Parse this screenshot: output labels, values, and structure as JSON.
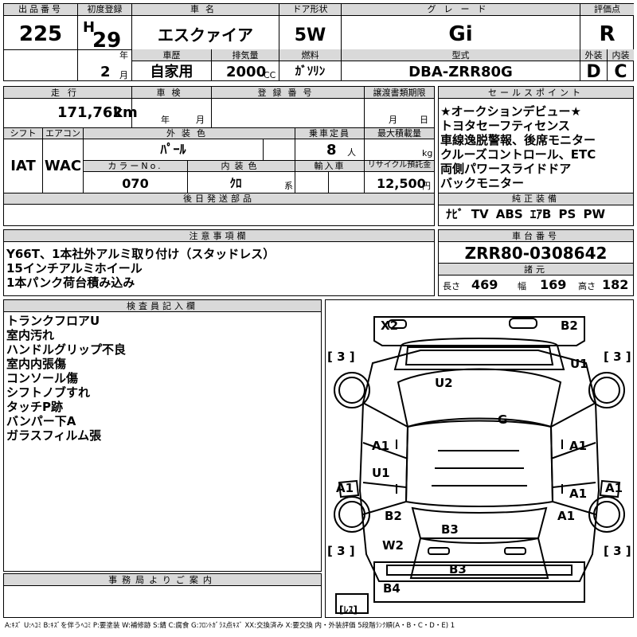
{
  "header": {
    "lot_label": "出品番号",
    "lot_number": "225",
    "first_reg_label": "初度登録",
    "era": "H",
    "year": "29",
    "year_unit": "年",
    "history_label": "車歴",
    "month": "2",
    "month_unit": "月",
    "car_name_label": "車名",
    "car_name": "エスクァイア",
    "usage": "自家用",
    "displacement_label": "排気量",
    "displacement": "2000",
    "displacement_unit": "CC",
    "door_label": "ドア形状",
    "door": "5W",
    "fuel_label": "燃料",
    "fuel": "ｶﾞｿﾘﾝ",
    "grade_label": "グレード",
    "grade": "Gi",
    "model_label": "型式",
    "model": "DBA-ZRR80G",
    "rating_label": "評価点",
    "rating": "R",
    "exterior_label": "外装",
    "exterior": "D",
    "interior_label": "内装",
    "interior": "C"
  },
  "mid": {
    "mileage_label": "走行",
    "mileage": "171,762",
    "mileage_unit": "km",
    "inspection_label": "車検",
    "insp_year_unit": "年",
    "insp_month_unit": "月",
    "reg_no_label": "登録番号",
    "transfer_label": "譲渡書類期限",
    "transfer_month": "月",
    "transfer_day": "日",
    "shift_label": "シフト",
    "shift": "IAT",
    "ac_label": "エアコン",
    "ac": "WAC",
    "ext_color_label": "外装色",
    "ext_color": "ﾊﾟｰﾙ",
    "capacity_label": "乗車定員",
    "capacity": "8",
    "capacity_unit": "人",
    "load_label": "最大積載量",
    "load_unit": "kg",
    "color_no_label": "カラーNo.",
    "color_no": "070",
    "int_color_label": "内装色",
    "int_color": "ｸﾛ",
    "int_color_unit": "系",
    "import_label": "輸入車",
    "recycle_label": "リサイクル預託金",
    "recycle": "12,500",
    "recycle_unit": "円",
    "later_parts_label": "後日発送部品"
  },
  "sales": {
    "label": "セールスポイント",
    "lines": [
      "★オークションデビュー★",
      "トヨタセーフティセンス",
      "車線逸脱警報、後席モニター",
      "クルーズコントロール、ETC",
      "両側パワースライドドア",
      "バックモニター"
    ]
  },
  "equipment": {
    "label": "純正装備",
    "value": "ﾅﾋﾞ TV ABS ｴｱB PS PW"
  },
  "notes": {
    "label": "注意事項欄",
    "lines": [
      "Y66T、1本社外アルミ取り付け（スタッドレス）",
      "15インチアルミホイール",
      "1本パンク荷台積み込み"
    ]
  },
  "chassis": {
    "label": "車台番号",
    "value": "ZRR80-0308642",
    "dims_label": "諸元",
    "length_label": "長さ",
    "length": "469",
    "width_label": "幅",
    "width": "169",
    "height_label": "高さ",
    "height": "182"
  },
  "inspector": {
    "label": "検査員記入欄",
    "lines": [
      "トランクフロアU",
      "室内汚れ",
      "ハンドルグリップ不良",
      "室内内張傷",
      "コンソール傷",
      "シフトノブすれ",
      "タッチP跡",
      "バンパー下A",
      "ガラスフィルム張"
    ]
  },
  "office": {
    "label": "事務局よりご案内"
  },
  "diagram": {
    "tire_depth": "[ 3 ]",
    "spare": "[ﾚｽ]",
    "marks": {
      "x2": "X2",
      "b2_top": "B2",
      "u1_r": "U1",
      "u2": "U2",
      "g": "G",
      "a1_l1": "A1",
      "a1_r1": "A1",
      "u1_l": "U1",
      "a1_l2": "A1",
      "a1_r2": "A1",
      "a1_r3": "A1",
      "a1_r4": "A1",
      "b2_l": "B2",
      "b3_mid": "B3",
      "w2": "W2",
      "b3_low": "B3",
      "b4": "B4"
    }
  },
  "legend": "A:ｷｽﾞ U:ﾍｺﾐ B:ｷｽﾞを伴うﾍｺﾐ P:要塗装 W:補修跡 S:錆 C:腐食 G:ﾌﾛﾝﾄｶﾞﾗｽ点ｷｽﾞ XX:交換済み X:要交換 内・外装評価 5段階ﾗﾝｸ順(A・B・C・D・E) 1"
}
